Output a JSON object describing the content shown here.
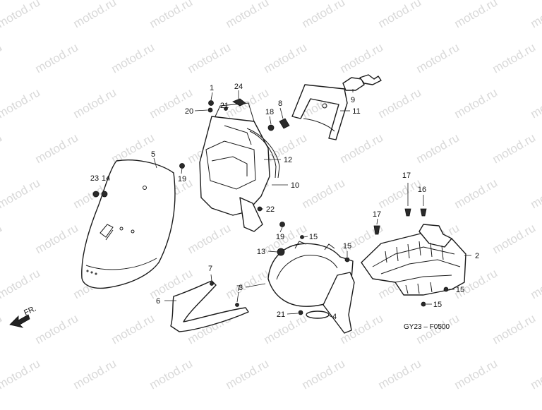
{
  "watermark": "motod.ru",
  "diagram_code": "GY23 – F0500",
  "direction": {
    "text": "FR."
  },
  "callouts": [
    {
      "id": "c1",
      "text": "1"
    },
    {
      "id": "c24",
      "text": "24"
    },
    {
      "id": "c20",
      "text": "20"
    },
    {
      "id": "c21a",
      "text": "21"
    },
    {
      "id": "c8",
      "text": "8"
    },
    {
      "id": "c18",
      "text": "18"
    },
    {
      "id": "c9",
      "text": "9"
    },
    {
      "id": "c11",
      "text": "11"
    },
    {
      "id": "c5",
      "text": "5"
    },
    {
      "id": "c12",
      "text": "12"
    },
    {
      "id": "c23",
      "text": "23"
    },
    {
      "id": "c14",
      "text": "14"
    },
    {
      "id": "c19a",
      "text": "19"
    },
    {
      "id": "c10",
      "text": "10"
    },
    {
      "id": "c22",
      "text": "22"
    },
    {
      "id": "c17a",
      "text": "17"
    },
    {
      "id": "c16",
      "text": "16"
    },
    {
      "id": "c17b",
      "text": "17"
    },
    {
      "id": "c19b",
      "text": "19"
    },
    {
      "id": "c15a",
      "text": "15"
    },
    {
      "id": "c13",
      "text": "13"
    },
    {
      "id": "c15b",
      "text": "15"
    },
    {
      "id": "c2",
      "text": "2"
    },
    {
      "id": "c7a",
      "text": "7"
    },
    {
      "id": "c3",
      "text": "3"
    },
    {
      "id": "c6",
      "text": "6"
    },
    {
      "id": "c7b",
      "text": "7"
    },
    {
      "id": "c15c",
      "text": "15"
    },
    {
      "id": "c15d",
      "text": "15"
    },
    {
      "id": "c21b",
      "text": "21"
    },
    {
      "id": "c4",
      "text": "4"
    }
  ]
}
